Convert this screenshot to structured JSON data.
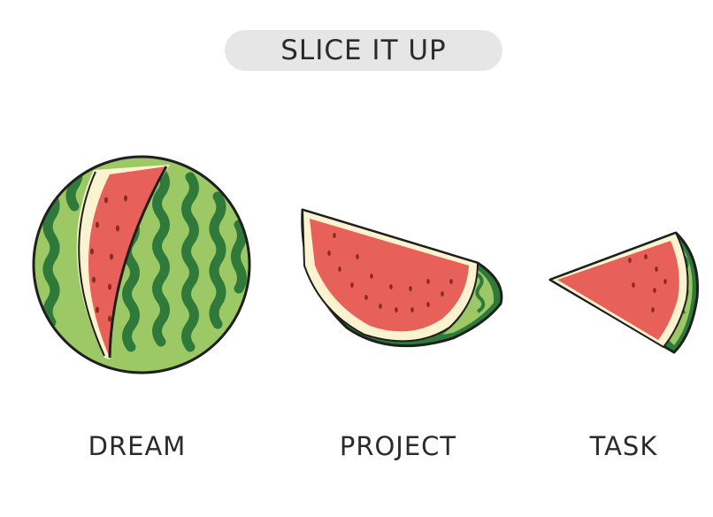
{
  "title": "SLICE IT UP",
  "items": [
    {
      "label": "DREAM",
      "icon": "whole-watermelon-icon"
    },
    {
      "label": "PROJECT",
      "icon": "watermelon-half-slice-icon"
    },
    {
      "label": "TASK",
      "icon": "watermelon-wedge-icon"
    }
  ],
  "colors": {
    "rind_light": "#9cc865",
    "rind_dark": "#2f7a3a",
    "flesh": "#e8605a",
    "pith": "#fbf2cf",
    "seed": "#8a2a22",
    "outline": "#1f1f1f",
    "title_pill": "#e6e6e7"
  }
}
